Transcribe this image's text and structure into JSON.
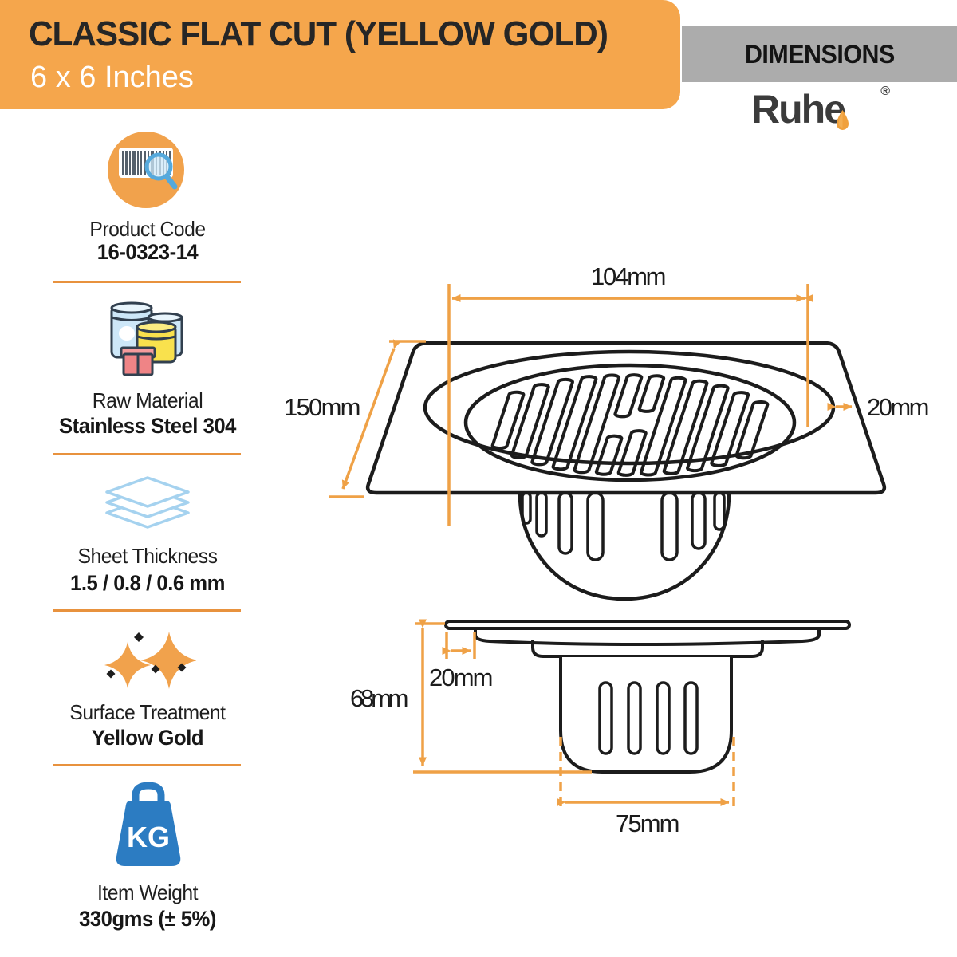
{
  "header": {
    "title": "CLASSIC FLAT CUT (YELLOW GOLD)",
    "subtitle": "6 x 6 Inches",
    "dimensions_banner": "DIMENSIONS",
    "brand": "Ruhe",
    "registered_mark": "®"
  },
  "sidebar": {
    "items": [
      {
        "icon": "barcode-search",
        "label": "Product Code",
        "value": "16-0323-14"
      },
      {
        "icon": "material-cans",
        "label": "Raw Material",
        "value": "Stainless Steel 304"
      },
      {
        "icon": "sheet-layers",
        "label": "Sheet Thickness",
        "value": "1.5 / 0.8 / 0.6 mm"
      },
      {
        "icon": "sparkles",
        "label": "Surface Treatment",
        "value": "Yellow Gold"
      },
      {
        "icon": "kg-weight-bag",
        "label": "Item Weight",
        "value": "330gms (± 5%)"
      }
    ]
  },
  "diagram": {
    "top_view": {
      "grate_width": "104mm",
      "plate_side": "150mm",
      "rim_width": "20mm"
    },
    "side_view": {
      "height": "68mm",
      "edge_offset": "20mm",
      "outlet_width": "75mm"
    }
  },
  "icons": {
    "kg_label": "KG"
  },
  "colors": {
    "header_orange": "#F5A64C",
    "dimension_orange": "#EFA146",
    "banner_gray": "#ACACAC",
    "line_color": "#1C1C1C",
    "kg_blue": "#2C7CC2",
    "icon_orange": "#F1A24C"
  }
}
